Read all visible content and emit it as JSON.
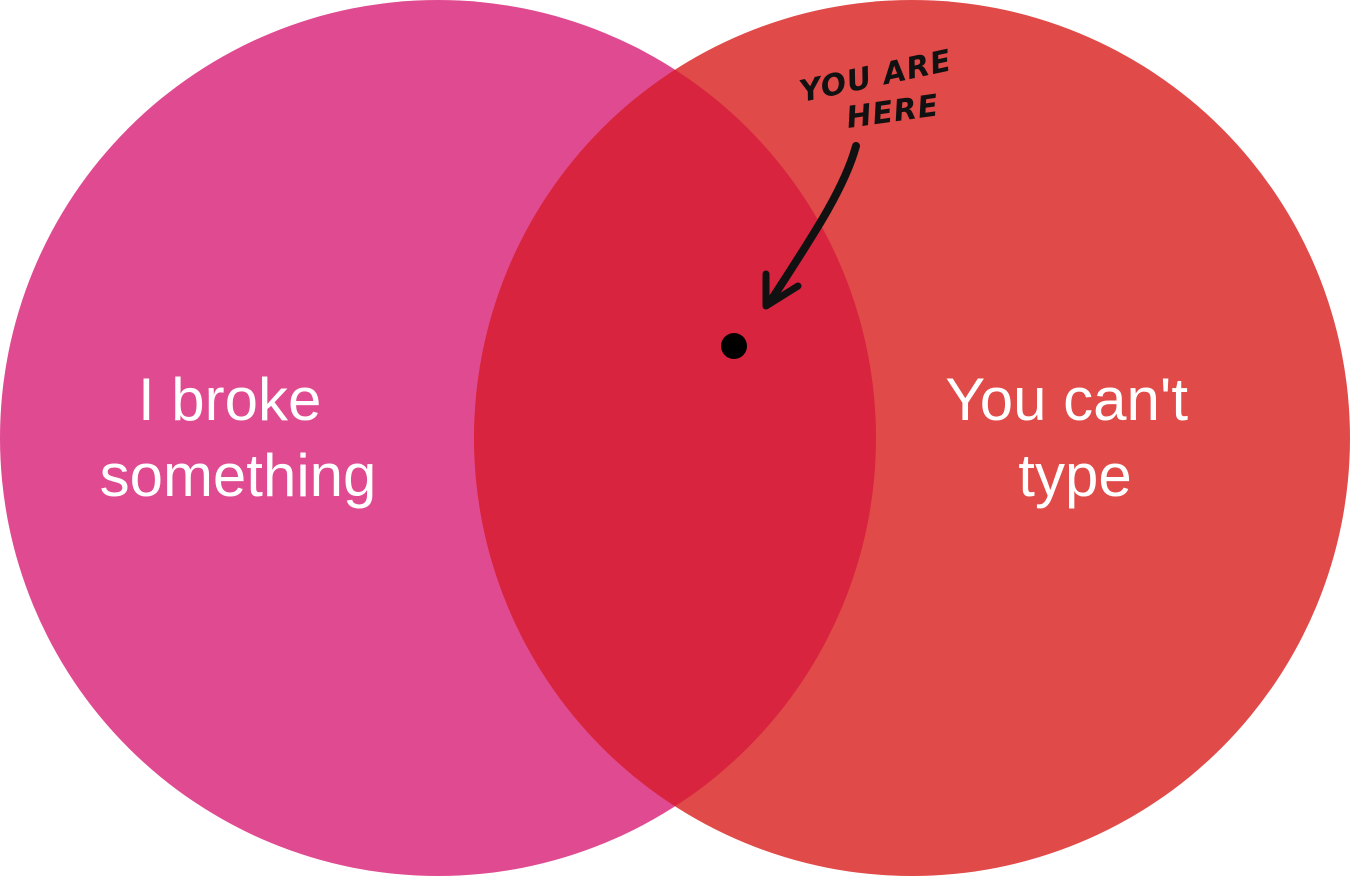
{
  "diagram": {
    "type": "venn",
    "sets": [
      {
        "id": "left",
        "label_lines": [
          "I broke",
          "something"
        ],
        "color": "#e04a90"
      },
      {
        "id": "right",
        "label_lines": [
          "You can't",
          "type"
        ],
        "color": "#e04a48"
      }
    ],
    "overlap_color": "#d8243e",
    "annotation": {
      "lines": [
        "YOU ARE",
        "HERE"
      ],
      "color": "#111111"
    }
  }
}
